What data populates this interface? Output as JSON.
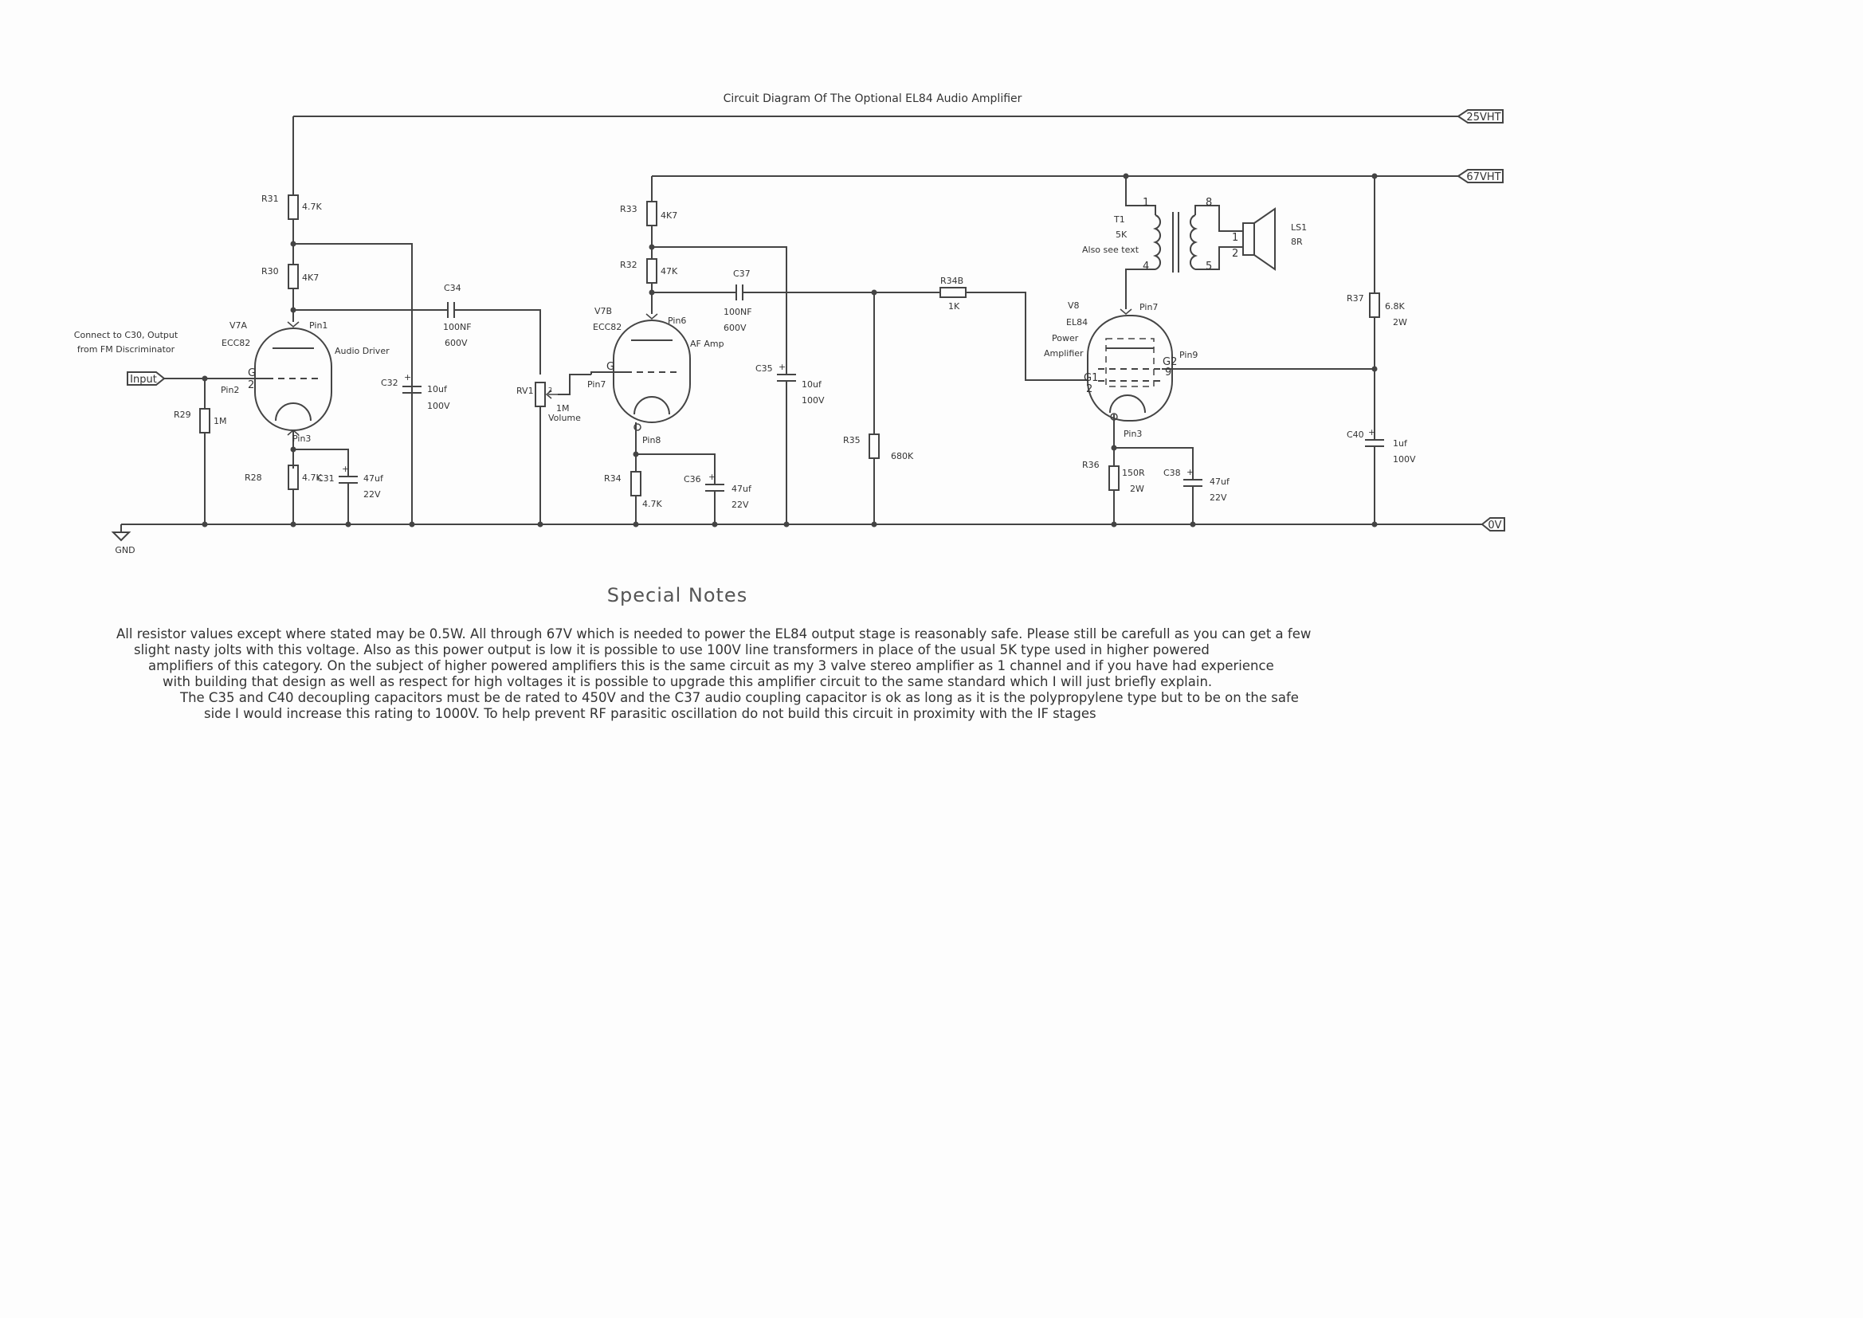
{
  "diagram": {
    "title": "Circuit Diagram Of The Optional EL84 Audio Amplifier",
    "rails": {
      "hv25": "25VHT",
      "hv67": "67VHT",
      "ground": "0V",
      "gnd": "GND"
    },
    "input": {
      "label": "Input",
      "note1": "Connect to C30, Output",
      "note2": "from FM Discriminator"
    },
    "v7a": {
      "ref": "V7A",
      "type": "ECC82",
      "function": "Audio Driver",
      "anode_pin": "Pin1",
      "grid_pin": "Pin2",
      "cathode_pin": "Pin3",
      "grid": "G",
      "grid_no": "2"
    },
    "v7b": {
      "ref": "V7B",
      "type": "ECC82",
      "function": "AF Amp",
      "anode_pin": "Pin6",
      "grid_pin": "Pin7",
      "cathode_pin": "Pin8",
      "grid": "G"
    },
    "v8": {
      "ref": "V8",
      "type": "EL84",
      "function1": "Power",
      "function2": "Amplifier",
      "anode_pin": "Pin7",
      "g2_pin": "Pin9",
      "cathode_pin": "Pin3",
      "g1": "G1",
      "g1_no": "2",
      "g2": "G2",
      "g2_no": "9"
    },
    "t1": {
      "ref": "T1",
      "value": "5K",
      "note": "Also see text",
      "p1": "1",
      "p4": "4",
      "p5": "5",
      "p8": "8"
    },
    "ls1": {
      "ref": "LS1",
      "value": "8R",
      "p1": "1",
      "p2": "2"
    },
    "rv1": {
      "ref": "RV1",
      "value": "1M",
      "name": "Volume",
      "wiper": "2"
    },
    "resistors": {
      "r31": {
        "ref": "R31",
        "value": "4.7K"
      },
      "r30": {
        "ref": "R30",
        "value": "4K7"
      },
      "r29": {
        "ref": "R29",
        "value": "1M"
      },
      "r28": {
        "ref": "R28",
        "value": "4.7K"
      },
      "r33": {
        "ref": "R33",
        "value": "4K7"
      },
      "r32": {
        "ref": "R32",
        "value": "47K"
      },
      "r34": {
        "ref": "R34",
        "value": "4.7K"
      },
      "r34b": {
        "ref": "R34B",
        "value": "1K"
      },
      "r35": {
        "ref": "R35",
        "value": "680K"
      },
      "r36": {
        "ref": "R36",
        "value": "150R",
        "rating": "2W"
      },
      "r37": {
        "ref": "R37",
        "value": "6.8K",
        "rating": "2W"
      }
    },
    "capacitors": {
      "c34": {
        "ref": "C34",
        "value": "100NF",
        "rating": "600V"
      },
      "c32": {
        "ref": "C32",
        "value": "10uf",
        "rating": "100V"
      },
      "c31": {
        "ref": "C31",
        "value": "47uf",
        "rating": "22V"
      },
      "c37": {
        "ref": "C37",
        "value": "100NF",
        "rating": "600V"
      },
      "c35": {
        "ref": "C35",
        "value": "10uf",
        "rating": "100V"
      },
      "c36": {
        "ref": "C36",
        "value": "47uf",
        "rating": "22V"
      },
      "c38": {
        "ref": "C38",
        "value": "47uf",
        "rating": "22V"
      },
      "c40": {
        "ref": "C40",
        "value": "1uf",
        "rating": "100V"
      }
    }
  },
  "notes": {
    "title": "Special Notes",
    "lines": [
      "All resistor values except where stated may be 0.5W. All through 67V which is needed to power the EL84 output stage is reasonably safe. Please still be carefull as you can get a few",
      "slight nasty jolts with this voltage. Also as this power output is low it is possible to use 100V line transformers in place of the usual 5K type used in higher powered",
      "amplifiers of this category. On the subject of higher powered amplifiers this is the same circuit as my 3 valve stereo amplifier as 1 channel and if you have had experience",
      "with building that design as well as respect for high voltages it is possible to upgrade this amplifier circuit to the same standard which I will just briefly explain.",
      "The C35 and C40 decoupling capacitors must be de rated to 450V and the C37 audio coupling capacitor is ok as long as it is the polypropylene type but to be on the safe",
      "side I would increase this rating to 1000V. To help prevent RF parasitic oscillation do not build this circuit in proximity with the IF stages"
    ]
  }
}
